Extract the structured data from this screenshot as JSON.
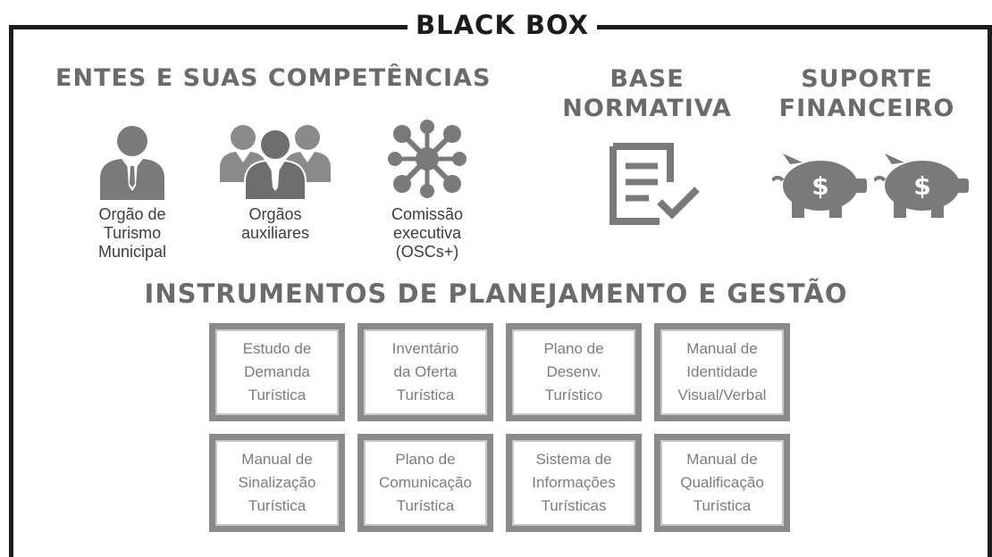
{
  "frame": {
    "title": "BLACK BOX"
  },
  "entes": {
    "heading": "ENTES E SUAS COMPETÊNCIAS",
    "items": [
      {
        "label": "Orgão de\nTurismo\nMunicipal",
        "icon": "person-icon"
      },
      {
        "label": "Orgãos\nauxiliares",
        "icon": "group-icon"
      },
      {
        "label": "Comissão\nexecutiva\n(OSCs+)",
        "icon": "network-icon"
      }
    ]
  },
  "base_normativa": {
    "heading": "BASE\nNORMATIVA",
    "icon": "document-check-icon"
  },
  "suporte_financeiro": {
    "heading": "SUPORTE\nFINANCEIRO",
    "icon": "piggy-bank-icon",
    "symbol": "$"
  },
  "instrumentos": {
    "heading": "INSTRUMENTOS DE PLANEJAMENTO E GESTÃO",
    "items": [
      "Estudo de\nDemanda\nTurística",
      "Inventário\nda Oferta\nTurística",
      "Plano de\nDesenv.\nTurístico",
      "Manual de\nIdentidade\nVisual/Verbal",
      "Manual de\nSinalização\nTurística",
      "Plano de\nComunicação\nTurística",
      "Sistema de\nInformações\nTurísticas",
      "Manual de\nQualificação\nTurística"
    ]
  },
  "colors": {
    "frame": "#1c1c1c",
    "heading": "#6b6b6b",
    "icon": "#7a7a7a",
    "box_border": "#8a8a8a"
  }
}
